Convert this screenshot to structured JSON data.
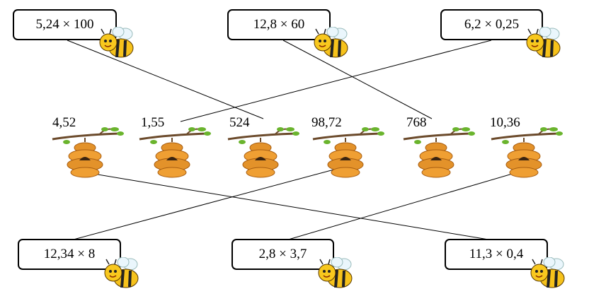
{
  "top_expressions": [
    "5,24 × 100",
    "12,8 × 60",
    "6,2 × 0,25"
  ],
  "hive_values": [
    "4,52",
    "1,55",
    "524",
    "98,72",
    "768",
    "10,36"
  ],
  "bottom_expressions": [
    "12,34 × 8",
    "2,8 × 3,7",
    "11,3 × 0,4"
  ],
  "connections": [
    {
      "expression": "5,24 × 100",
      "value": "524"
    },
    {
      "expression": "12,8 × 60",
      "value": "768"
    },
    {
      "expression": "6,2 × 0,25",
      "value": "1,55"
    },
    {
      "expression": "12,34 × 8",
      "value": "98,72"
    },
    {
      "expression": "2,8 × 3,7",
      "value": "10,36"
    },
    {
      "expression": "11,3 × 0,4",
      "value": "4,52"
    }
  ]
}
